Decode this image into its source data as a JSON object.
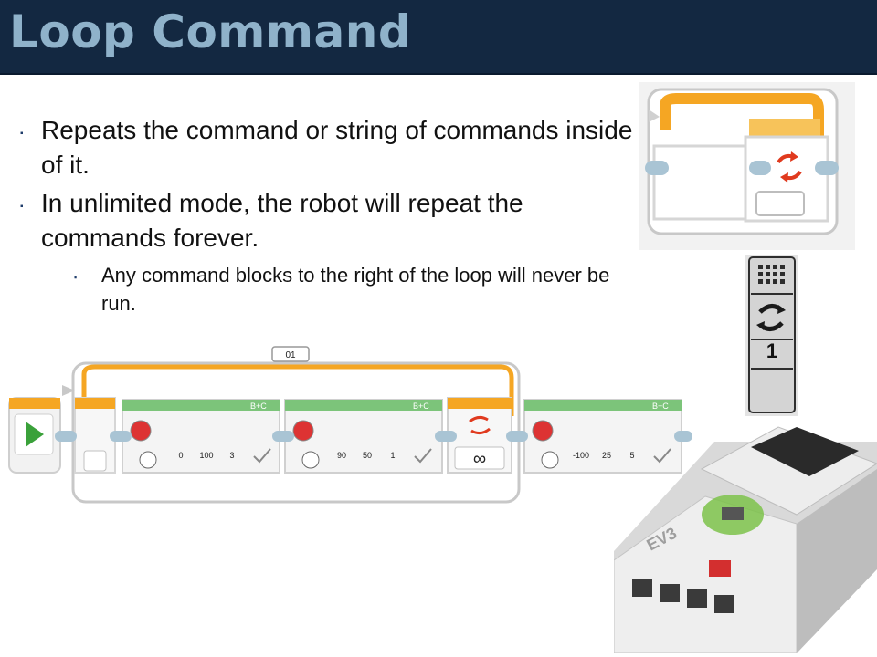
{
  "slide": {
    "title": "Loop Command",
    "bullets": [
      {
        "text": "Repeats the command or string of commands inside of it."
      },
      {
        "text": "In unlimited mode, the robot will repeat the commands forever."
      }
    ],
    "sub_bullets": [
      {
        "text": "Any command blocks to the right of the loop will never be run."
      }
    ],
    "bullet_marker": "▪"
  },
  "program": {
    "loop_name": "01",
    "loop_mode_symbol": "∞",
    "blocks": [
      {
        "ports": "B+C",
        "values": [
          "0",
          "100",
          "3"
        ]
      },
      {
        "ports": "B+C",
        "values": [
          "90",
          "50",
          "1"
        ]
      },
      {
        "ports": "B+C",
        "values": [
          "-100",
          "25",
          "5"
        ]
      }
    ]
  },
  "loop_mode_icon": {
    "count": "1"
  },
  "brick": {
    "label": "EV3"
  },
  "colors": {
    "title_bar": "#132841",
    "title_text": "#8fb2ca",
    "loop_orange": "#f5a623",
    "motor_green": "#4caf50",
    "start_green": "#3aa13a"
  }
}
